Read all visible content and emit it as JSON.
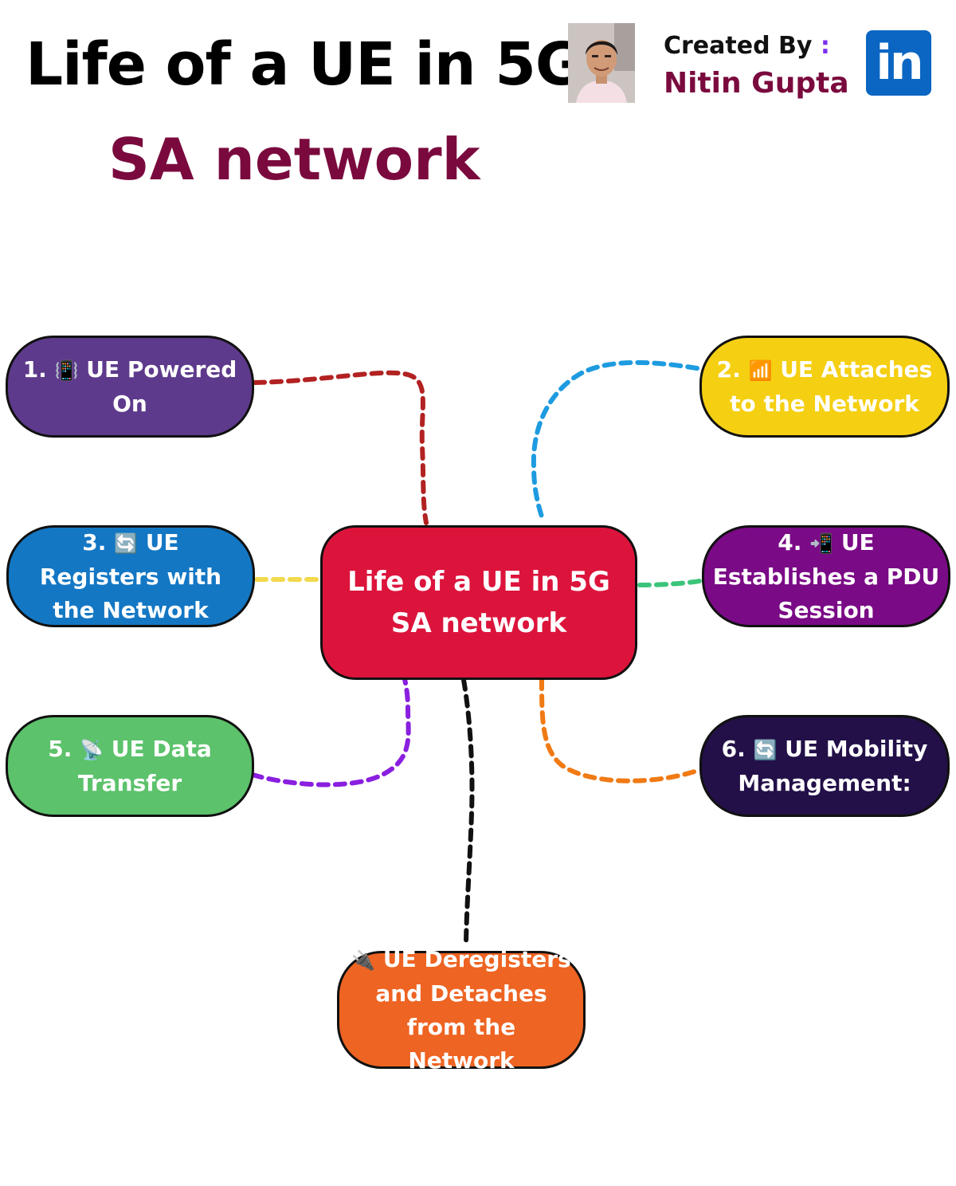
{
  "header": {
    "title": "Life of a UE in 5G",
    "subtitle": "SA network",
    "created_by_label": "Created By",
    "created_by_colon": ":",
    "author": "Nitin Gupta",
    "linkedin_glyph": "in"
  },
  "diagram": {
    "center": {
      "text": "Life of a UE in 5G SA network",
      "color": "#dc143c"
    },
    "nodes": [
      {
        "id": "n1",
        "number": "1.",
        "icon": "📳",
        "label": "UE Powered On",
        "color": "#5e3a8c",
        "link_color": "#b22222"
      },
      {
        "id": "n2",
        "number": "2.",
        "icon": "📶",
        "label": "UE Attaches to the Network",
        "color": "#f5cf12",
        "link_color": "#1e9be0"
      },
      {
        "id": "n3",
        "number": "3.",
        "icon": "🔄",
        "label": "UE Registers with the Network",
        "color": "#1377c4",
        "link_color": "#f2d94e"
      },
      {
        "id": "n4",
        "number": "4.",
        "icon": "📲",
        "label": "UE Establishes a PDU Session",
        "color": "#7a0a86",
        "link_color": "#3cc47a"
      },
      {
        "id": "n5",
        "number": "5.",
        "icon": "📡",
        "label": "UE Data Transfer",
        "color": "#5cc26b",
        "link_color": "#8a1fe0"
      },
      {
        "id": "n6",
        "number": "6.",
        "icon": "🔄",
        "label": "UE Mobility Management:",
        "color": "#231048",
        "link_color": "#f07a14"
      },
      {
        "id": "n7",
        "number": "",
        "icon": "🔌",
        "label": "UE Deregisters and Detaches from the Network",
        "color": "#ee6422",
        "link_color": "#111111"
      }
    ]
  }
}
